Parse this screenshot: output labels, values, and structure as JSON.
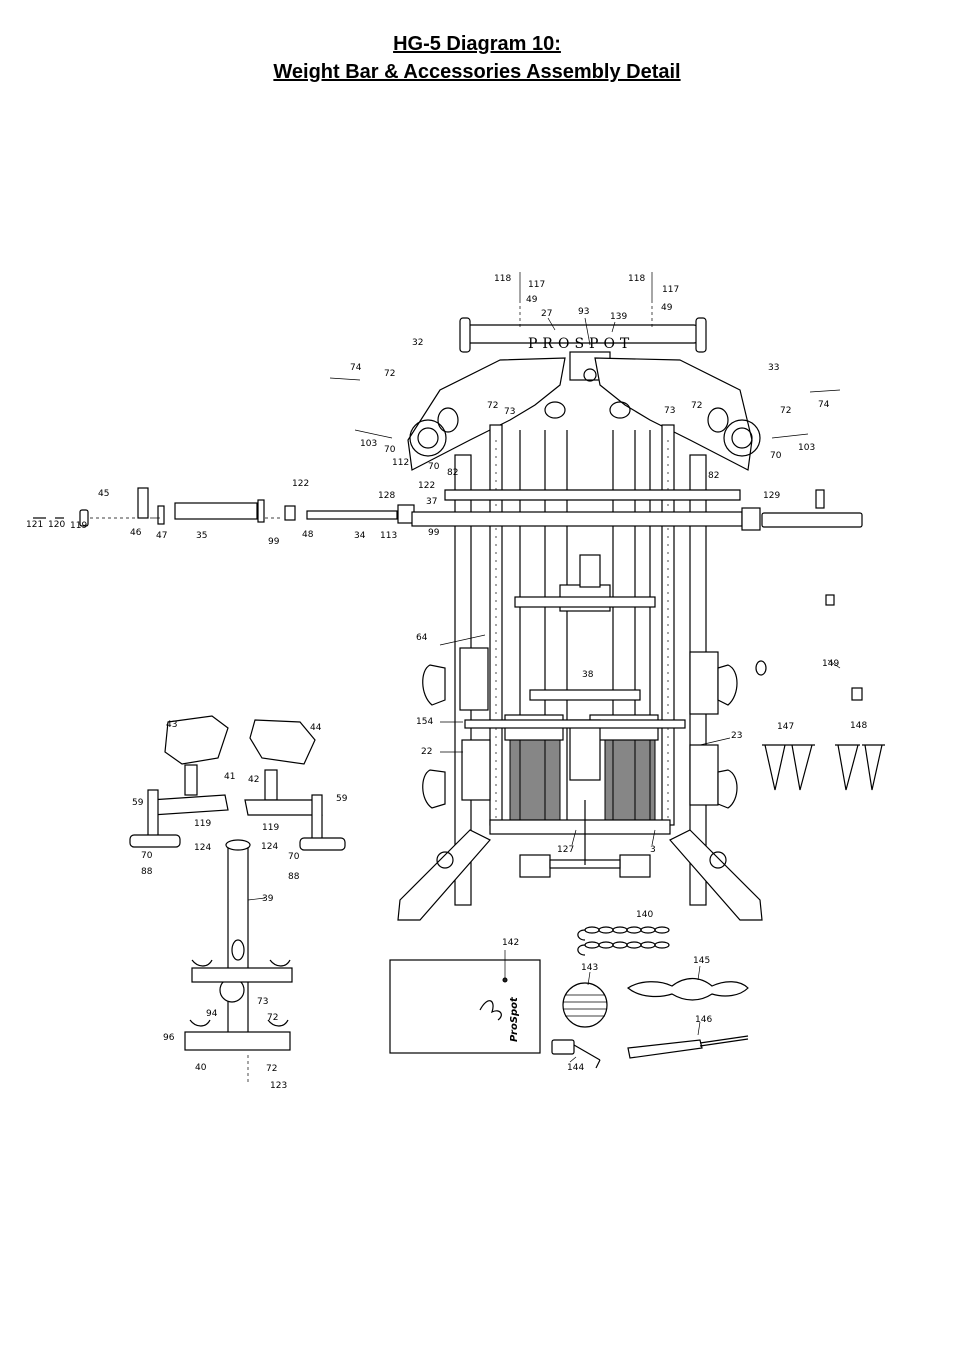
{
  "title": {
    "line1": "HG-5 Diagram 10:",
    "line2": "Weight Bar & Accessories Assembly Detail"
  },
  "brand": {
    "frame_logo": "PROSPOT",
    "manual_logo": "ProSpot"
  },
  "part_labels": [
    {
      "id": "l118a",
      "text": "118"
    },
    {
      "id": "l117a",
      "text": "117"
    },
    {
      "id": "l49a",
      "text": "49"
    },
    {
      "id": "l118b",
      "text": "118"
    },
    {
      "id": "l117b",
      "text": "117"
    },
    {
      "id": "l49b",
      "text": "49"
    },
    {
      "id": "l93",
      "text": "93"
    },
    {
      "id": "l27",
      "text": "27"
    },
    {
      "id": "l139",
      "text": "139"
    },
    {
      "id": "l32",
      "text": "32"
    },
    {
      "id": "l33",
      "text": "33"
    },
    {
      "id": "l74a",
      "text": "74"
    },
    {
      "id": "l72a",
      "text": "72"
    },
    {
      "id": "l74b",
      "text": "74"
    },
    {
      "id": "l72b",
      "text": "72"
    },
    {
      "id": "l72c",
      "text": "72"
    },
    {
      "id": "l73a",
      "text": "73"
    },
    {
      "id": "l73b",
      "text": "73"
    },
    {
      "id": "l72d",
      "text": "72"
    },
    {
      "id": "l103a",
      "text": "103"
    },
    {
      "id": "l103b",
      "text": "103"
    },
    {
      "id": "l70a",
      "text": "70"
    },
    {
      "id": "l70b",
      "text": "70"
    },
    {
      "id": "l70c",
      "text": "70"
    },
    {
      "id": "l112",
      "text": "112"
    },
    {
      "id": "l82a",
      "text": "82"
    },
    {
      "id": "l82b",
      "text": "82"
    },
    {
      "id": "l122a",
      "text": "122"
    },
    {
      "id": "l122b",
      "text": "122"
    },
    {
      "id": "l128",
      "text": "128"
    },
    {
      "id": "l37",
      "text": "37"
    },
    {
      "id": "l129",
      "text": "129"
    },
    {
      "id": "l45",
      "text": "45"
    },
    {
      "id": "l121",
      "text": "121"
    },
    {
      "id": "l120",
      "text": "120"
    },
    {
      "id": "l119a",
      "text": "119"
    },
    {
      "id": "l46",
      "text": "46"
    },
    {
      "id": "l47",
      "text": "47"
    },
    {
      "id": "l35",
      "text": "35"
    },
    {
      "id": "l99a",
      "text": "99"
    },
    {
      "id": "l48",
      "text": "48"
    },
    {
      "id": "l34",
      "text": "34"
    },
    {
      "id": "l113",
      "text": "113"
    },
    {
      "id": "l99b",
      "text": "99"
    },
    {
      "id": "l64",
      "text": "64"
    },
    {
      "id": "l38",
      "text": "38"
    },
    {
      "id": "l149",
      "text": "149"
    },
    {
      "id": "l154",
      "text": "154"
    },
    {
      "id": "l22",
      "text": "22"
    },
    {
      "id": "l23",
      "text": "23"
    },
    {
      "id": "l147",
      "text": "147"
    },
    {
      "id": "l148",
      "text": "148"
    },
    {
      "id": "l43",
      "text": "43"
    },
    {
      "id": "l44",
      "text": "44"
    },
    {
      "id": "l41",
      "text": "41"
    },
    {
      "id": "l42",
      "text": "42"
    },
    {
      "id": "l59a",
      "text": "59"
    },
    {
      "id": "l59b",
      "text": "59"
    },
    {
      "id": "l119b",
      "text": "119"
    },
    {
      "id": "l119c",
      "text": "119"
    },
    {
      "id": "l124a",
      "text": "124"
    },
    {
      "id": "l124b",
      "text": "124"
    },
    {
      "id": "l70d",
      "text": "70"
    },
    {
      "id": "l70e",
      "text": "70"
    },
    {
      "id": "l88a",
      "text": "88"
    },
    {
      "id": "l88b",
      "text": "88"
    },
    {
      "id": "l127",
      "text": "127"
    },
    {
      "id": "l3",
      "text": "3"
    },
    {
      "id": "l39",
      "text": "39"
    },
    {
      "id": "l140",
      "text": "140"
    },
    {
      "id": "l142",
      "text": "142"
    },
    {
      "id": "l143",
      "text": "143"
    },
    {
      "id": "l145",
      "text": "145"
    },
    {
      "id": "l146",
      "text": "146"
    },
    {
      "id": "l144",
      "text": "144"
    },
    {
      "id": "l94",
      "text": "94"
    },
    {
      "id": "l73c",
      "text": "73"
    },
    {
      "id": "l72e",
      "text": "72"
    },
    {
      "id": "l96",
      "text": "96"
    },
    {
      "id": "l40",
      "text": "40"
    },
    {
      "id": "l72f",
      "text": "72"
    },
    {
      "id": "l123",
      "text": "123"
    }
  ]
}
